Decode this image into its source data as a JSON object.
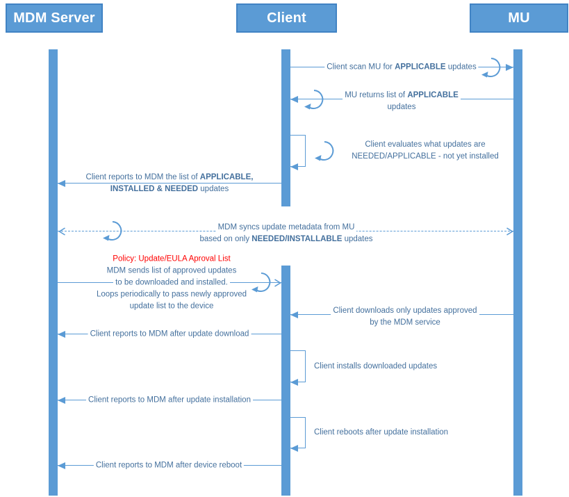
{
  "actors": [
    {
      "id": "mdm",
      "label": "MDM Server"
    },
    {
      "id": "client",
      "label": "Client"
    },
    {
      "id": "mu",
      "label": "MU"
    }
  ],
  "colors": {
    "actor_fill": "#5b9bd5",
    "actor_border": "#4183c4",
    "line": "#5b9bd5",
    "text": "#44709d",
    "policy_text": "#ff0000"
  },
  "messages": {
    "scan": {
      "lines": [
        [
          {
            "t": "Client scan MU for "
          },
          {
            "t": "APPLICABLE",
            "b": true
          },
          {
            "t": " updates"
          }
        ]
      ]
    },
    "returns": {
      "lines": [
        [
          {
            "t": "MU returns list of "
          },
          {
            "t": "APPLICABLE",
            "b": true
          }
        ],
        [
          {
            "t": "updates"
          }
        ]
      ]
    },
    "evaluates": {
      "lines": [
        [
          {
            "t": "Client evaluates what updates are"
          }
        ],
        [
          {
            "t": "NEEDED/APPLICABLE - not yet installed"
          }
        ]
      ]
    },
    "reports_list": {
      "lines": [
        [
          {
            "t": "Client reports to MDM the list of "
          },
          {
            "t": "APPLICABLE,",
            "b": true
          }
        ],
        [
          {
            "t": "INSTALLED & NEEDED",
            "b": true
          },
          {
            "t": " updates"
          }
        ]
      ]
    },
    "syncs": {
      "lines": [
        [
          {
            "t": "MDM syncs update metadata from MU"
          }
        ],
        [
          {
            "t": "based on only "
          },
          {
            "t": "NEEDED/INSTALLABLE",
            "b": true
          },
          {
            "t": " updates"
          }
        ]
      ]
    },
    "approved": {
      "lines": [
        [
          {
            "t": "Policy: Update/EULA Aproval List",
            "r": true
          }
        ],
        [
          {
            "t": "MDM sends list of approved updates"
          }
        ],
        [
          {
            "t": "to be downloaded and installed."
          }
        ],
        [
          {
            "t": "Loops periodically to pass newly approved"
          }
        ],
        [
          {
            "t": "update list to the device"
          }
        ]
      ]
    },
    "downloads": {
      "lines": [
        [
          {
            "t": "Client downloads only updates approved"
          }
        ],
        [
          {
            "t": "by the MDM service"
          }
        ]
      ]
    },
    "report_download": {
      "lines": [
        [
          {
            "t": "Client reports to MDM after update download"
          }
        ]
      ]
    },
    "installs": {
      "lines": [
        [
          {
            "t": "Client installs downloaded updates"
          }
        ]
      ]
    },
    "report_install": {
      "lines": [
        [
          {
            "t": "Client reports to MDM after update installation"
          }
        ]
      ]
    },
    "reboots": {
      "lines": [
        [
          {
            "t": "Client reboots after update installation"
          }
        ]
      ]
    },
    "report_reboot": {
      "lines": [
        [
          {
            "t": "Client reports to MDM after device reboot"
          }
        ]
      ]
    }
  }
}
